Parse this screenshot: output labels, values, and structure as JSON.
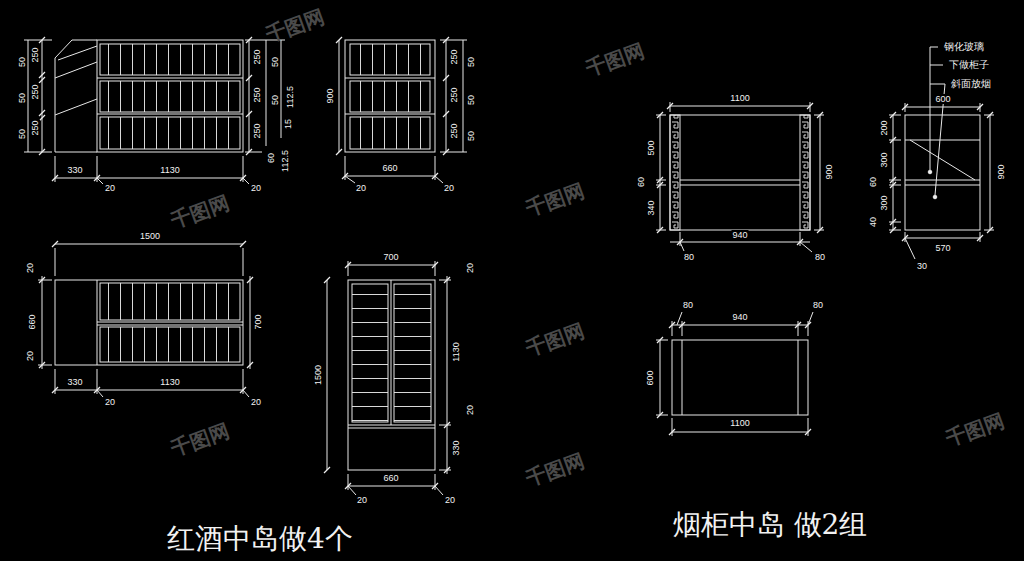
{
  "diagram": {
    "labels": [
      "50",
      "250",
      "50",
      "250",
      "50",
      "250",
      "250",
      "50",
      "250",
      "50",
      "112.5",
      "250",
      "15",
      "60",
      "112.5",
      "330",
      "1130",
      "20",
      "20",
      "900",
      "250",
      "50",
      "250",
      "50",
      "250",
      "50",
      "660",
      "20",
      "20",
      "1500",
      "20",
      "660",
      "20",
      "700",
      "330",
      "1130",
      "20",
      "20",
      "700",
      "1500",
      "20",
      "1130",
      "20",
      "330",
      "660",
      "20",
      "20",
      "红酒中岛做4个",
      "1100",
      "500",
      "60",
      "340",
      "900",
      "940",
      "80",
      "80",
      "钢化玻璃",
      "下做柜子",
      "斜面放烟",
      "600",
      "200",
      "300",
      "60",
      "300",
      "40",
      "900",
      "570",
      "30",
      "80",
      "940",
      "80",
      "600",
      "1100",
      "烟柜中岛 做2组",
      "千图网",
      "千图网",
      "千图网",
      "千图网",
      "千图网",
      "千图网",
      "千图网",
      "千图网"
    ]
  }
}
